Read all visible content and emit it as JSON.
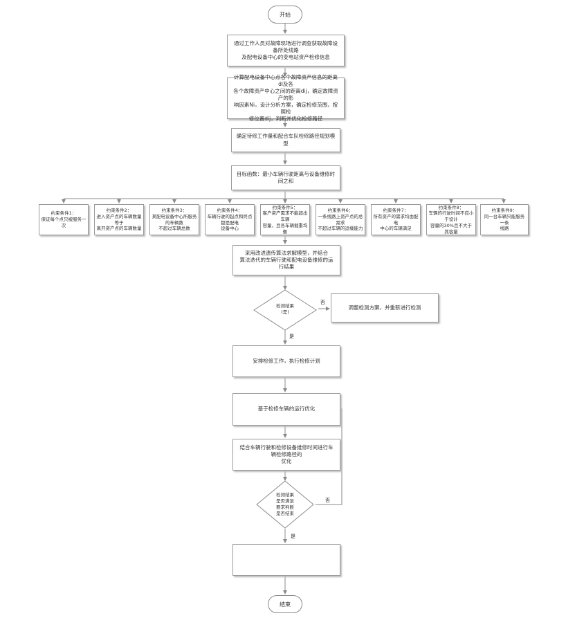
{
  "start": "开始",
  "end": "结束",
  "steps": {
    "s1": "通过工作人员对故障现场进行调查获取故障设备所处线路\n及配电设备中心的变电站资产检修信息",
    "s2": "计算配电设备中心点各个故障资产信息的距离di及各\n各个故障资产中心之间的距离dij，确定故障资产的影\n响因素Ni，设计分析方案，确定检修范围，按照检\n修位置dij，判断并优化检修路径",
    "s3": "确定待修工作量和配合车队检修路径规划模型",
    "s4": "目标函数：最小车辆行驶距离与设备维修时间之和",
    "s5": "采用改进遗传算法求解模型，并结合\n算法迭代的车辆行驶和配电设备维修的运行结果",
    "s6": "安排检修工作，执行检修计划",
    "s7": "基于检修车辆的运行优化",
    "s8": "结合车辆行驶和检修设备维修时间进行车辆检修路径的\n优化"
  },
  "constraints": [
    "约束条件1：\n保证每个点只被服务一次",
    "约束条件2：\n进入资产点的车辆数量等于\n离开资产点的车辆数量",
    "约束条件3：\n某配电设备中心所服务的车辆数\n不超过车辆总数",
    "约束条件4：\n车辆行驶的起点和终点都是配电\n设备中心",
    "约束条件5：\n客户资产需求不能超出车辆\n容量，且各车辆载重均衡",
    "约束条件6：\n一条线路上资产点的总需求\n不超过车辆的运载能力",
    "约束条件7：\n所有资产的需求均由配电\n中心的车辆满足",
    "约束条件8：\n车辆的行驶时间不应小于设计\n容量的30%且不大于其容量",
    "约束条件9：\n同一台车辆只能服务一条\n线路"
  ],
  "decisions": {
    "d1": "检测结果\n(是)",
    "d2": "检测结果\n是否满足\n要求判断\n是否结束"
  },
  "side_box": "调整检测方案，并重新进行检测",
  "labels": {
    "yes1": "是",
    "no1": "否",
    "yes2": "是",
    "no2": "否"
  },
  "colors": {
    "line": "#8a8a8a",
    "box_border": "#9a9a9a",
    "shadow": "#bcbcbc"
  }
}
